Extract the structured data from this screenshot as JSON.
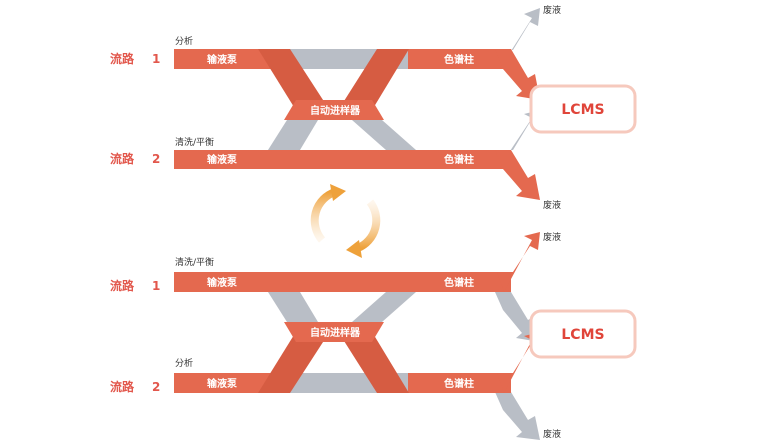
{
  "panels": [
    {
      "row1": {
        "label": "流路",
        "num": "1",
        "mode": "分析",
        "pump": "输液泵",
        "column": "色谱柱",
        "waste": "废液"
      },
      "row2": {
        "label": "流路",
        "num": "2",
        "mode": "清洗/平衡",
        "pump": "输液泵",
        "column": "色谱柱",
        "waste": "废液"
      },
      "autosampler": "自动进样器",
      "detector": "LCMS"
    },
    {
      "row1": {
        "label": "流路",
        "num": "1",
        "mode": "清洗/平衡",
        "pump": "输液泵",
        "column": "色谱柱",
        "waste": "废液"
      },
      "row2": {
        "label": "流路",
        "num": "2",
        "mode": "分析",
        "pump": "输液泵",
        "column": "色谱柱",
        "waste": "废液"
      },
      "autosampler": "自动进样器",
      "detector": "LCMS"
    }
  ],
  "colors": {
    "active": "#e4694f",
    "inactive": "#b9bec6",
    "label": "#e2574c",
    "cycle": "#eea13a"
  },
  "icons": {
    "cycle": "cycle-arrows-icon"
  }
}
